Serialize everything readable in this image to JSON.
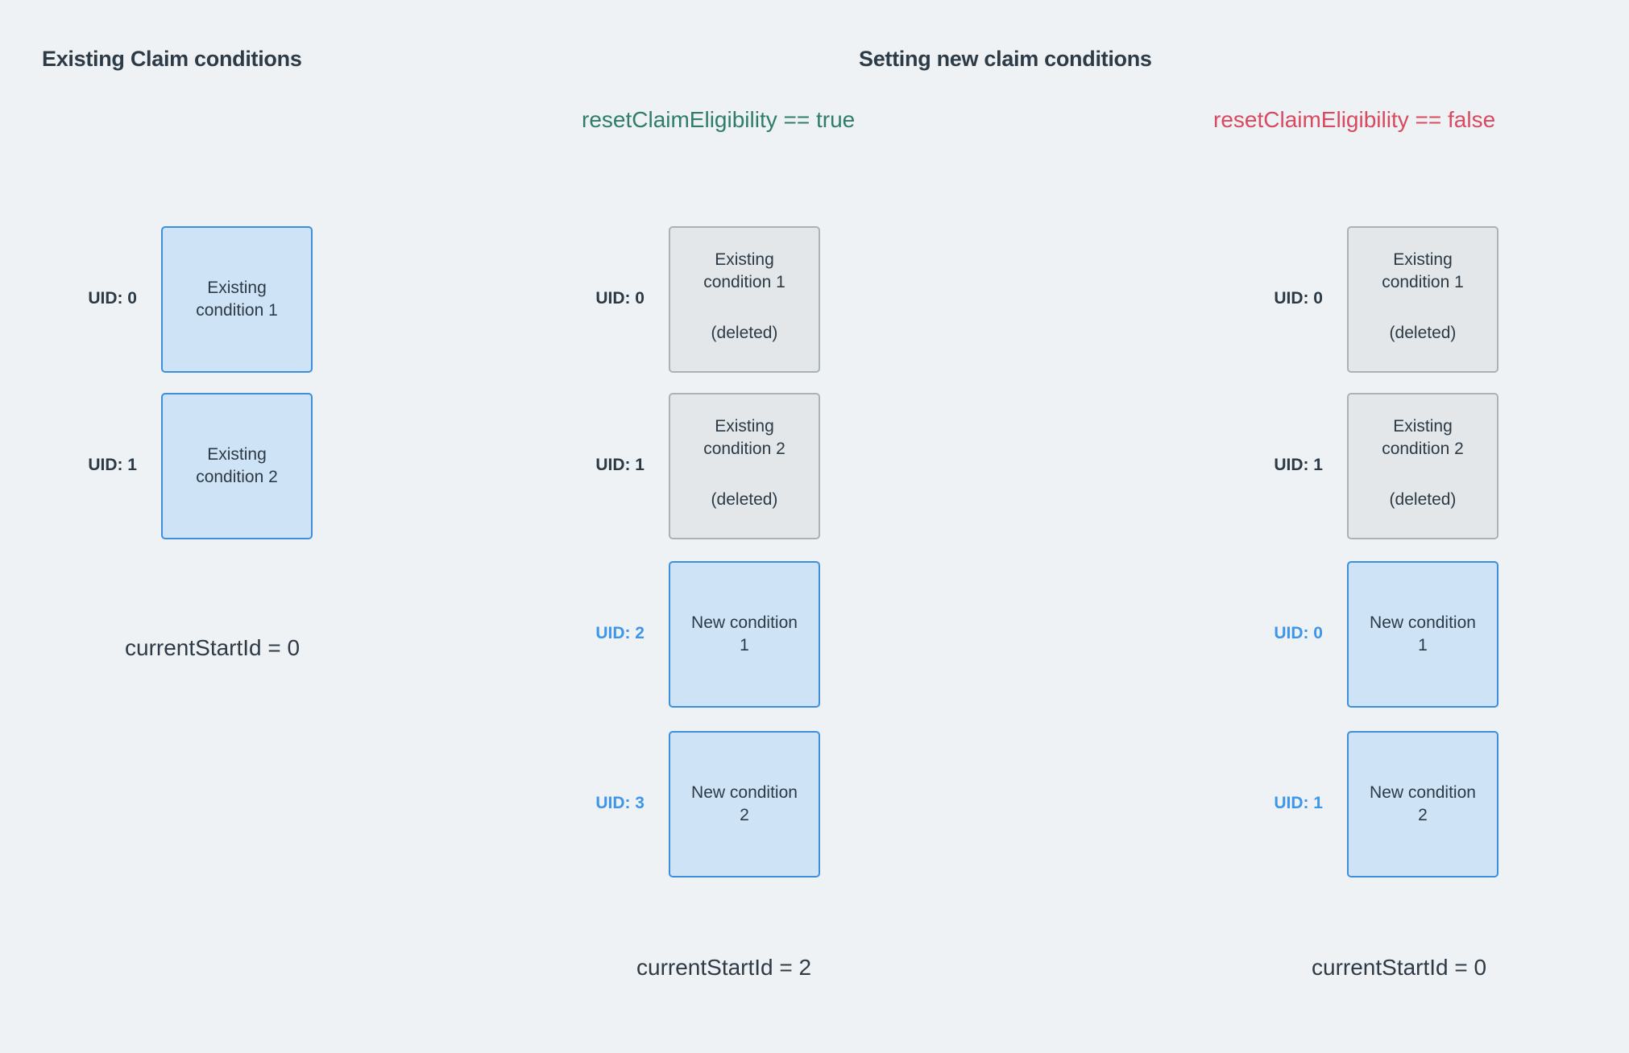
{
  "headings": {
    "left": "Existing Claim conditions",
    "right": "Setting new claim conditions"
  },
  "expressions": {
    "true_case": "resetClaimEligibility == true",
    "false_case": "resetClaimEligibility == false"
  },
  "columns": [
    {
      "id": "existing",
      "boxes": [
        {
          "uid": "UID: 0",
          "uid_style": "dark",
          "style": "blue",
          "main": "Existing\ncondition 1",
          "sub": ""
        },
        {
          "uid": "UID: 1",
          "uid_style": "dark",
          "style": "blue",
          "main": "Existing\ncondition 2",
          "sub": ""
        }
      ],
      "start_id": "currentStartId = 0"
    },
    {
      "id": "reset-true",
      "boxes": [
        {
          "uid": "UID: 0",
          "uid_style": "dark",
          "style": "gray",
          "main": "Existing\ncondition 1",
          "sub": "(deleted)"
        },
        {
          "uid": "UID: 1",
          "uid_style": "dark",
          "style": "gray",
          "main": "Existing\ncondition 2",
          "sub": "(deleted)"
        },
        {
          "uid": "UID: 2",
          "uid_style": "blue",
          "style": "blue",
          "main": "New condition\n1",
          "sub": ""
        },
        {
          "uid": "UID: 3",
          "uid_style": "blue",
          "style": "blue",
          "main": "New condition\n2",
          "sub": ""
        }
      ],
      "start_id": "currentStartId = 2"
    },
    {
      "id": "reset-false",
      "boxes": [
        {
          "uid": "UID: 0",
          "uid_style": "dark",
          "style": "gray",
          "main": "Existing\ncondition 1",
          "sub": "(deleted)"
        },
        {
          "uid": "UID: 1",
          "uid_style": "dark",
          "style": "gray",
          "main": "Existing\ncondition 2",
          "sub": "(deleted)"
        },
        {
          "uid": "UID: 0",
          "uid_style": "blue",
          "style": "blue",
          "main": "New condition\n1",
          "sub": ""
        },
        {
          "uid": "UID: 1",
          "uid_style": "blue",
          "style": "blue",
          "main": "New condition\n2",
          "sub": ""
        }
      ],
      "start_id": "currentStartId = 0"
    }
  ],
  "colors": {
    "background": "#eff2f5",
    "blue_fill": "#cfe3f7",
    "blue_border": "#3d8fdd",
    "gray_fill": "#e3e7e9",
    "gray_border": "#a9b2b6",
    "text_dark": "#2b3a45",
    "accent_blue": "#3e96e8",
    "accent_green": "#2e7d6b",
    "accent_red": "#d9495f"
  }
}
